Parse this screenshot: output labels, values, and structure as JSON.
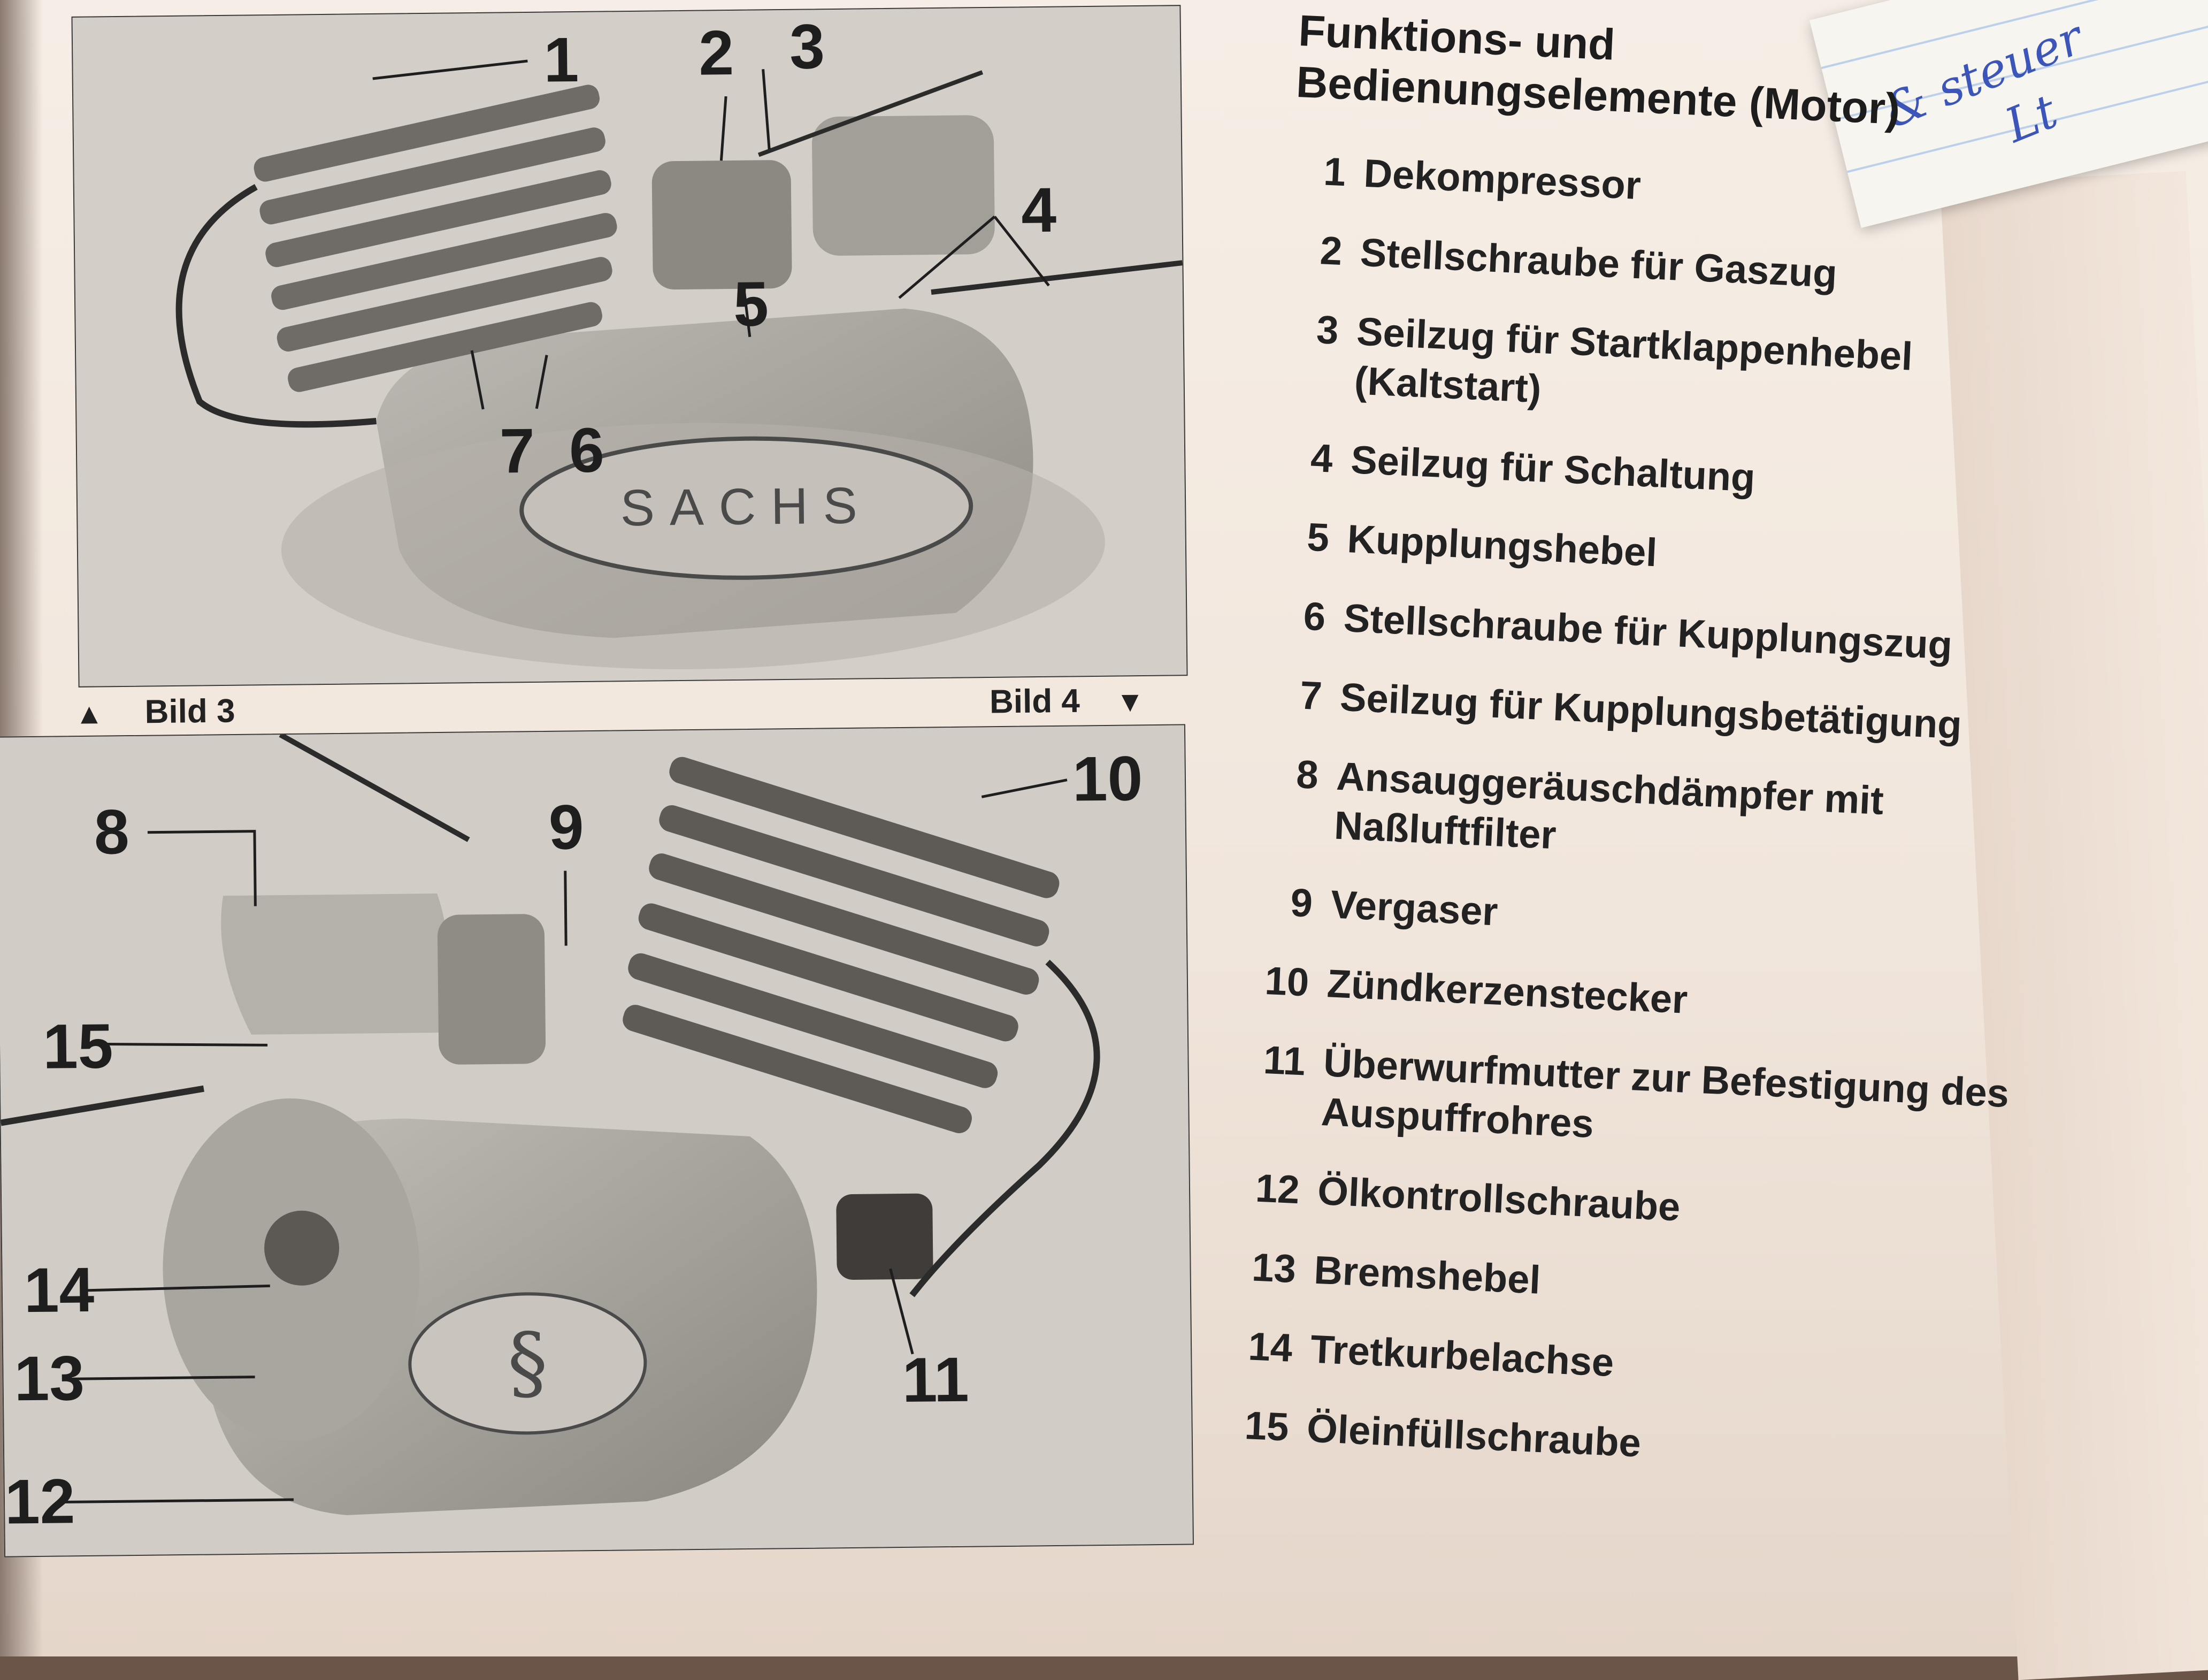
{
  "page": {
    "title_line1": "Funktions- und",
    "title_line2": "Bedienungselemente (Motor)"
  },
  "figures": {
    "top_caption": "Bild 3",
    "bottom_caption": "Bild 4",
    "brand_text": "SACHS",
    "top_callouts": [
      "1",
      "2",
      "3",
      "4",
      "5",
      "6",
      "7"
    ],
    "bottom_callouts": [
      "8",
      "9",
      "10",
      "11",
      "12",
      "13",
      "14",
      "15"
    ]
  },
  "legend": [
    {
      "num": "1",
      "text": "Dekompressor"
    },
    {
      "num": "2",
      "text": "Stellschraube für Gaszug"
    },
    {
      "num": "3",
      "text": "Seilzug für Startklappenhebel (Kaltstart)"
    },
    {
      "num": "4",
      "text": "Seilzug für Schaltung"
    },
    {
      "num": "5",
      "text": "Kupplungshebel"
    },
    {
      "num": "6",
      "text": "Stellschraube für Kupplungszug"
    },
    {
      "num": "7",
      "text": "Seilzug für Kupplungsbetätigung"
    },
    {
      "num": "8",
      "text": "Ansauggeräuschdämpfer mit Naßluftfilter"
    },
    {
      "num": "9",
      "text": "Vergaser"
    },
    {
      "num": "10",
      "text": "Zündkerzenstecker"
    },
    {
      "num": "11",
      "text": "Überwurfmutter zur Befestigung des Auspuffrohres"
    },
    {
      "num": "12",
      "text": "Ölkontrollschraube"
    },
    {
      "num": "13",
      "text": "Bremshebel"
    },
    {
      "num": "14",
      "text": "Tretkurbelachse"
    },
    {
      "num": "15",
      "text": "Öleinfüllschraube"
    }
  ],
  "handwriting": {
    "line1": "& steuer",
    "line2": "Lt"
  }
}
